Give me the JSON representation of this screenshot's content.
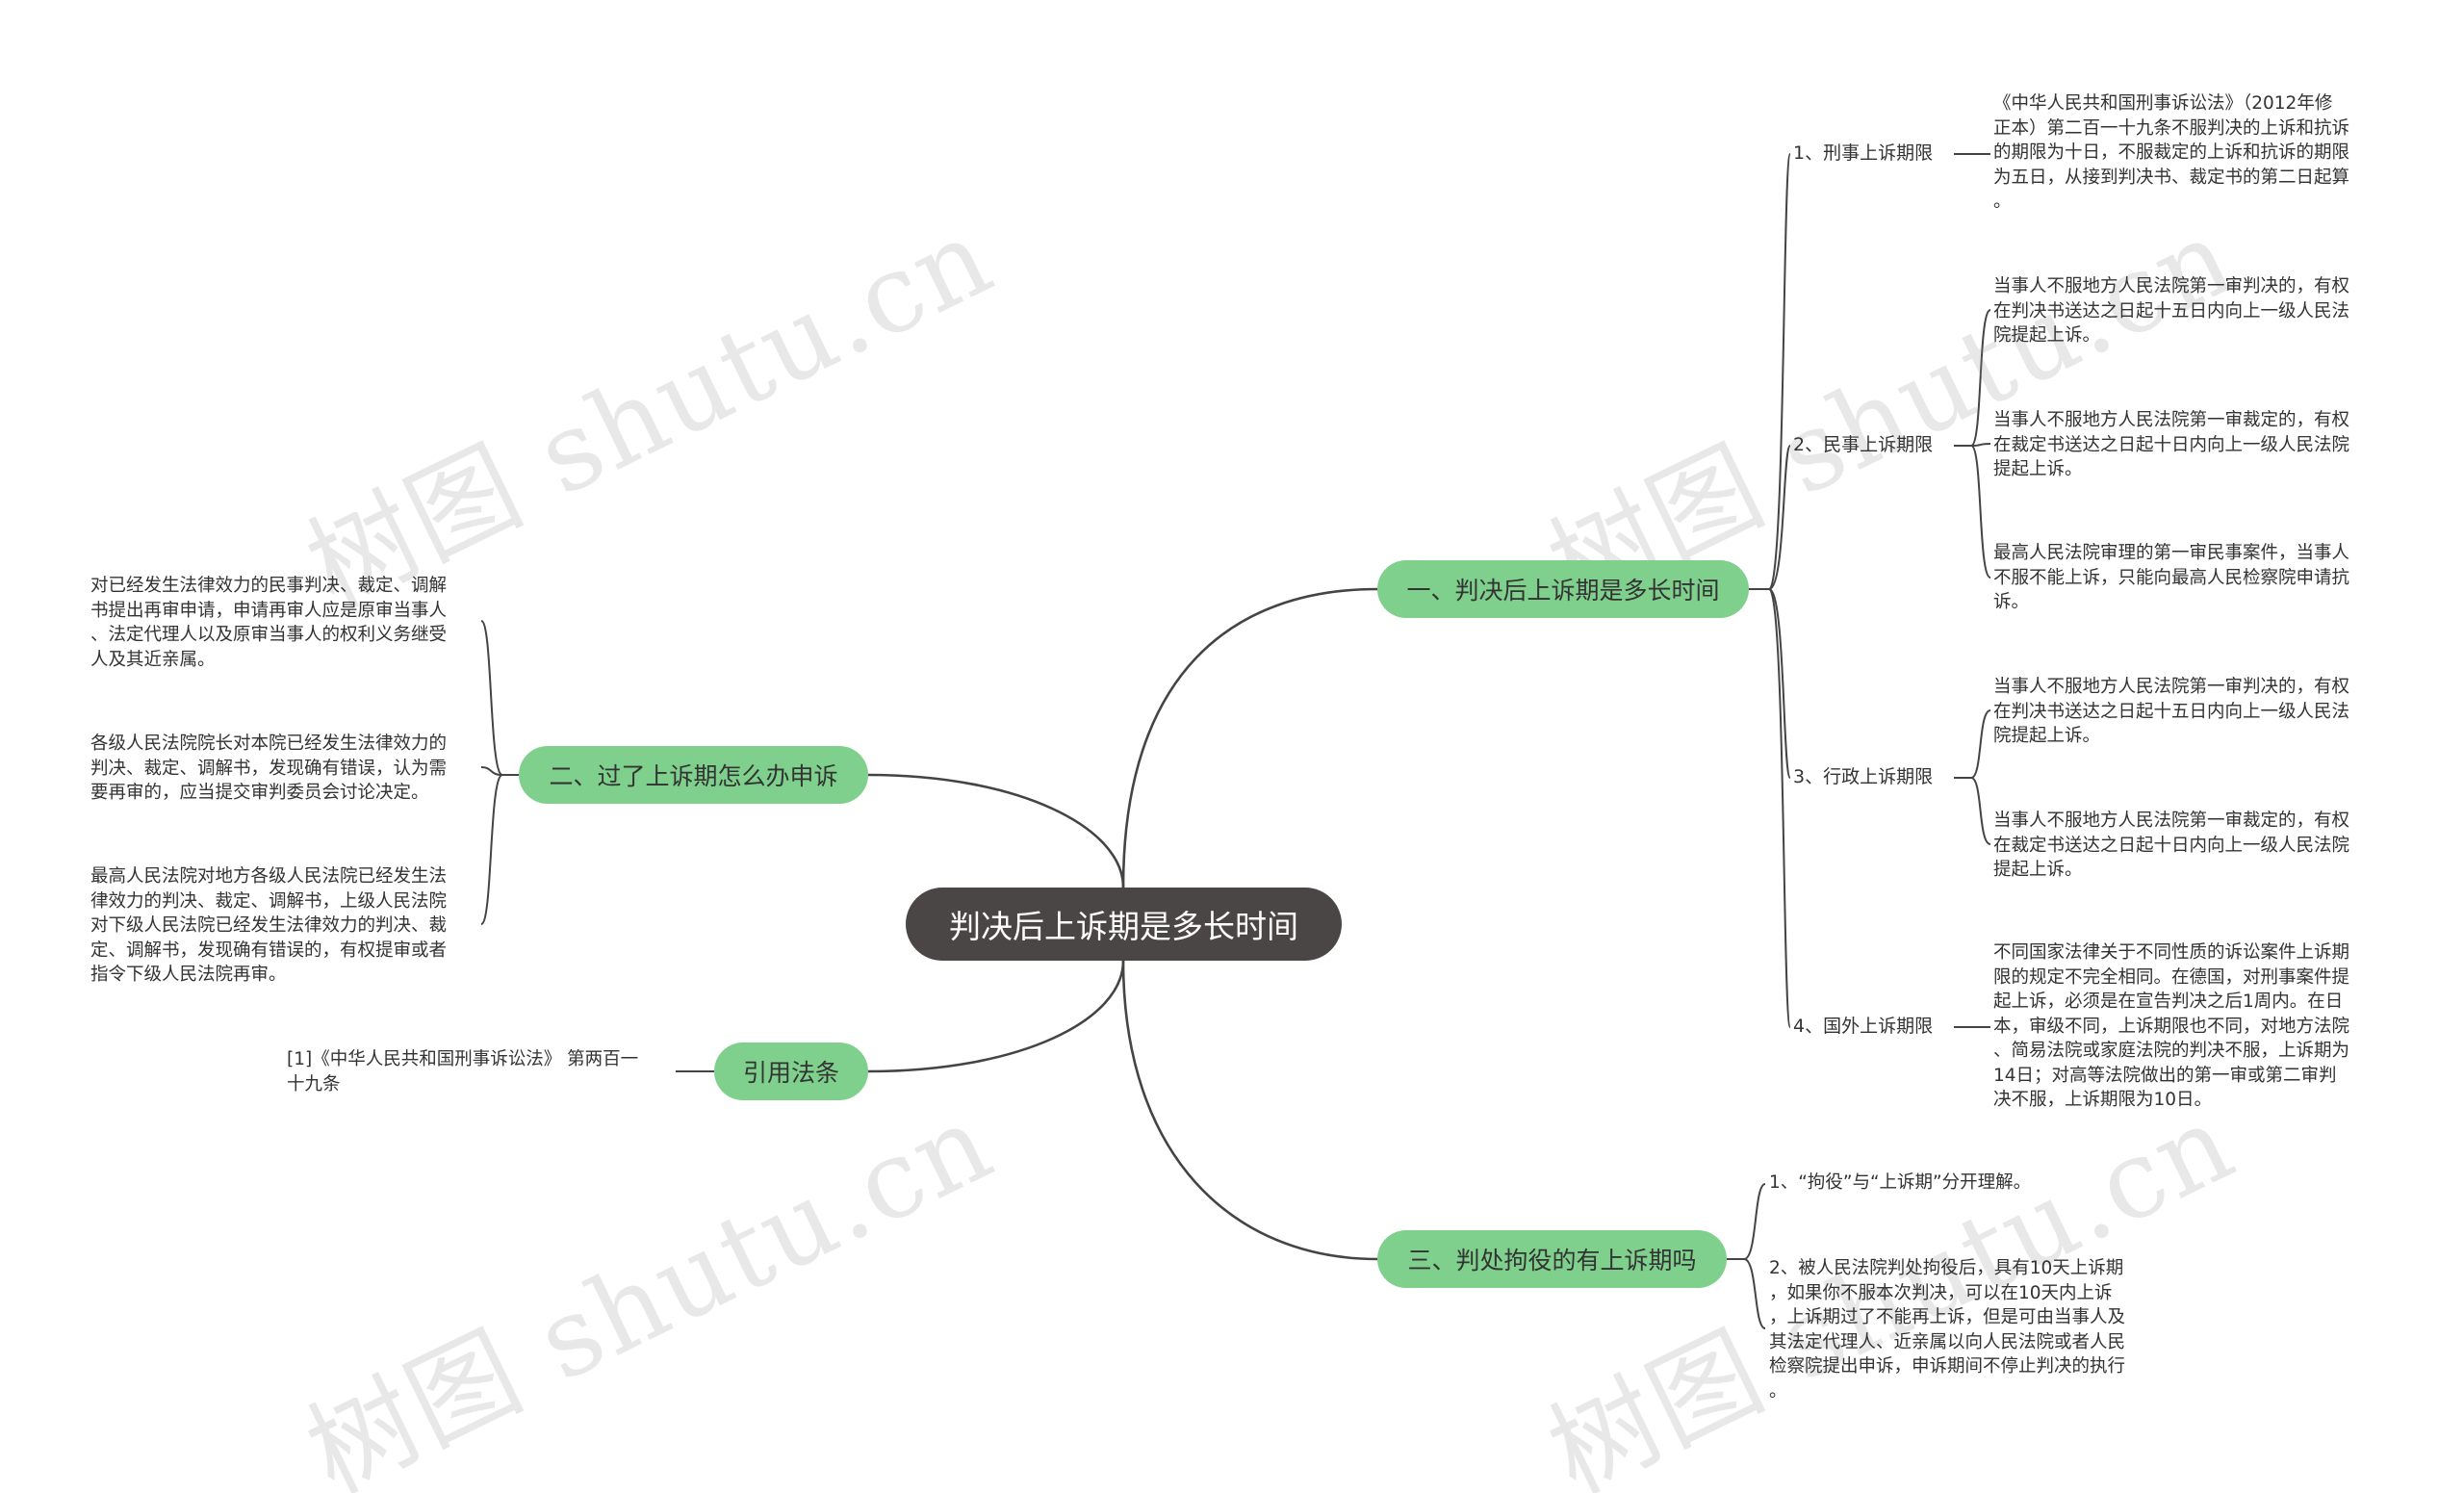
{
  "root": {
    "label": "判决后上诉期是多长时间"
  },
  "branches": {
    "b1": {
      "label": "一、判决后上诉期是多长时间",
      "subs": {
        "s1": {
          "label": "1、刑事上诉期限"
        },
        "s2": {
          "label": "2、民事上诉期限"
        },
        "s3": {
          "label": "3、行政上诉期限"
        },
        "s4": {
          "label": "4、国外上诉期限"
        }
      }
    },
    "b2": {
      "label": "二、过了上诉期怎么办申诉"
    },
    "b3": {
      "label": "三、判处拘役的有上诉期吗"
    },
    "b4": {
      "label": "引用法条"
    }
  },
  "leaves": {
    "l_s1": "《中华人民共和国刑事诉讼法》（2012年修\n正本）第二百一十九条不服判决的上诉和抗诉\n的期限为十日，不服裁定的上诉和抗诉的期限\n为五日，从接到判决书、裁定书的第二日起算\n。",
    "l_s2a": "当事人不服地方人民法院第一审判决的，有权\n在判决书送达之日起十五日内向上一级人民法\n院提起上诉。",
    "l_s2b": "当事人不服地方人民法院第一审裁定的，有权\n在裁定书送达之日起十日内向上一级人民法院\n提起上诉。",
    "l_s2c": "最高人民法院审理的第一审民事案件，当事人\n不服不能上诉，只能向最高人民检察院申请抗\n诉。",
    "l_s3a": "当事人不服地方人民法院第一审判决的，有权\n在判决书送达之日起十五日内向上一级人民法\n院提起上诉。",
    "l_s3b": "当事人不服地方人民法院第一审裁定的，有权\n在裁定书送达之日起十日内向上一级人民法院\n提起上诉。",
    "l_s4": "不同国家法律关于不同性质的诉讼案件上诉期\n限的规定不完全相同。在德国，对刑事案件提\n起上诉，必须是在宣告判决之后1周内。在日\n本，审级不同，上诉期限也不同，对地方法院\n、简易法院或家庭法院的判决不服，上诉期为\n14日；对高等法院做出的第一审或第二审判\n决不服，上诉期限为10日。",
    "l_b3a": "1、“拘役”与“上诉期”分开理解。",
    "l_b3b": "2、被人民法院判处拘役后，具有10天上诉期\n，如果你不服本次判决，可以在10天内上诉\n，上诉期过了不能再上诉，但是可由当事人及\n其法定代理人、近亲属以向人民法院或者人民\n检察院提出申诉，申诉期间不停止判决的执行\n。",
    "l_b2a": "对已经发生法律效力的民事判决、裁定、调解\n书提出再审申请，申请再审人应是原审当事人\n、法定代理人以及原审当事人的权利义务继受\n人及其近亲属。",
    "l_b2b": "各级人民法院院长对本院已经发生法律效力的\n判决、裁定、调解书，发现确有错误，认为需\n要再审的，应当提交审判委员会讨论决定。",
    "l_b2c": "最高人民法院对地方各级人民法院已经发生法\n律效力的判决、裁定、调解书，上级人民法院\n对下级人民法院已经发生法律效力的判决、裁\n定、调解书，发现确有错误的，有权提审或者\n指令下级人民法院再审。",
    "l_b4": "[1]《中华人民共和国刑事诉讼法》 第两百一\n十九条"
  },
  "watermark": {
    "text": "树图 shutu.cn"
  },
  "colors": {
    "root_fill": "#4a4646",
    "branch_fill": "#7fd08c",
    "edge": "#444444",
    "text": "#333333"
  }
}
